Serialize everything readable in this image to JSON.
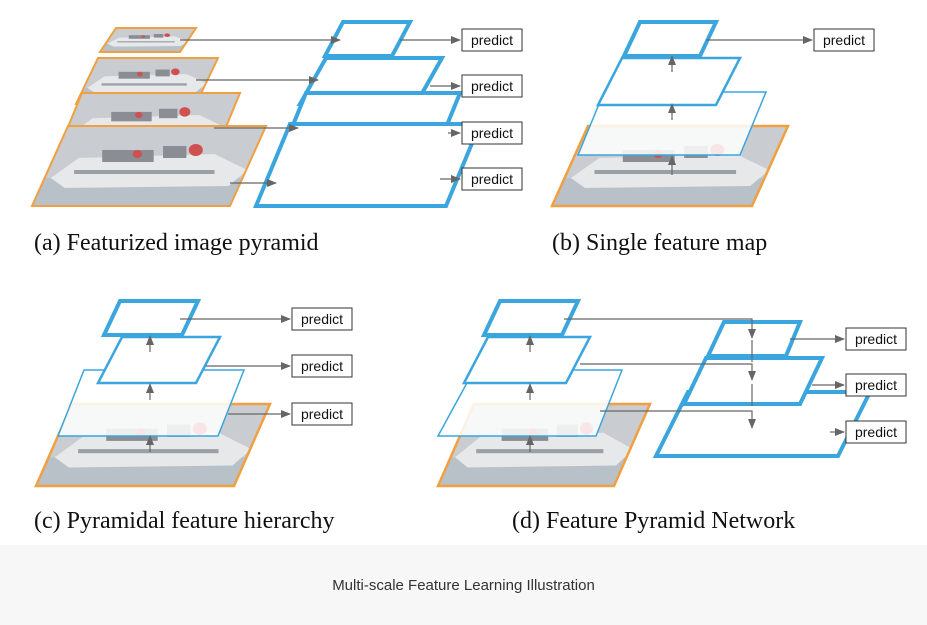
{
  "colors": {
    "image_border": "#f0a040",
    "feature_border": "#3aa6dd",
    "arrow": "#666666",
    "photo_base": "#c9ccd0",
    "photo_water": "#b8c0c8",
    "photo_boat": "#e6e8ea",
    "photo_detail": "#8a8e94",
    "photo_red": "#d05050",
    "caption_bar": "#f7f7f7"
  },
  "predict_label": "predict",
  "panels": {
    "a": {
      "caption": "(a) Featurized image pyramid"
    },
    "b": {
      "caption": "(b) Single feature map"
    },
    "c": {
      "caption": "(c) Pyramidal feature hierarchy"
    },
    "d": {
      "caption": "(d) Feature Pyramid Network"
    }
  },
  "figure_caption": "Multi-scale Feature Learning Illustration"
}
